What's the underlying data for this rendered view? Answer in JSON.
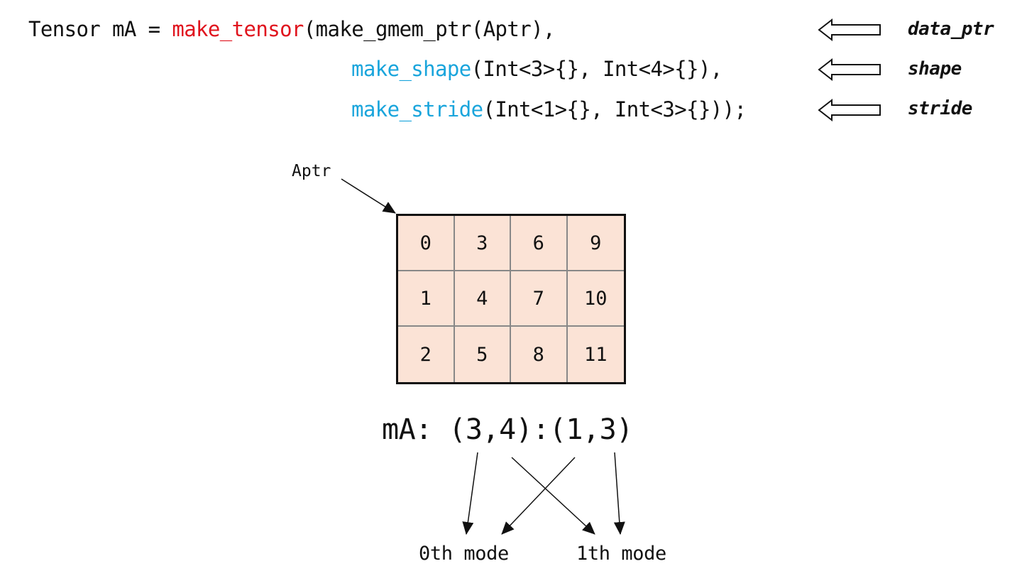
{
  "code": {
    "line1": {
      "prefix": "Tensor mA = ",
      "fn": "make_tensor",
      "rest": "(make_gmem_ptr(Aptr),"
    },
    "line2": {
      "fn": "make_shape",
      "rest": "(Int<3>{}, Int<4>{}),"
    },
    "line3": {
      "fn": "make_stride",
      "rest": "(Int<1>{}, Int<3>{}));"
    }
  },
  "annotations": {
    "data_ptr": "data_ptr",
    "shape": "shape",
    "stride": "stride"
  },
  "pointer_label": "Aptr",
  "tensor": {
    "rows": [
      [
        "0",
        "3",
        "6",
        "9"
      ],
      [
        "1",
        "4",
        "7",
        "10"
      ],
      [
        "2",
        "5",
        "8",
        "11"
      ]
    ],
    "fill_color": "#fbe3d6"
  },
  "layout": "mA: (3,4):(1,3)",
  "modes": {
    "mode0": "0th mode",
    "mode1": "1th mode"
  },
  "colors": {
    "function_red": "#e0141e",
    "function_blue": "#1aa5dc"
  }
}
